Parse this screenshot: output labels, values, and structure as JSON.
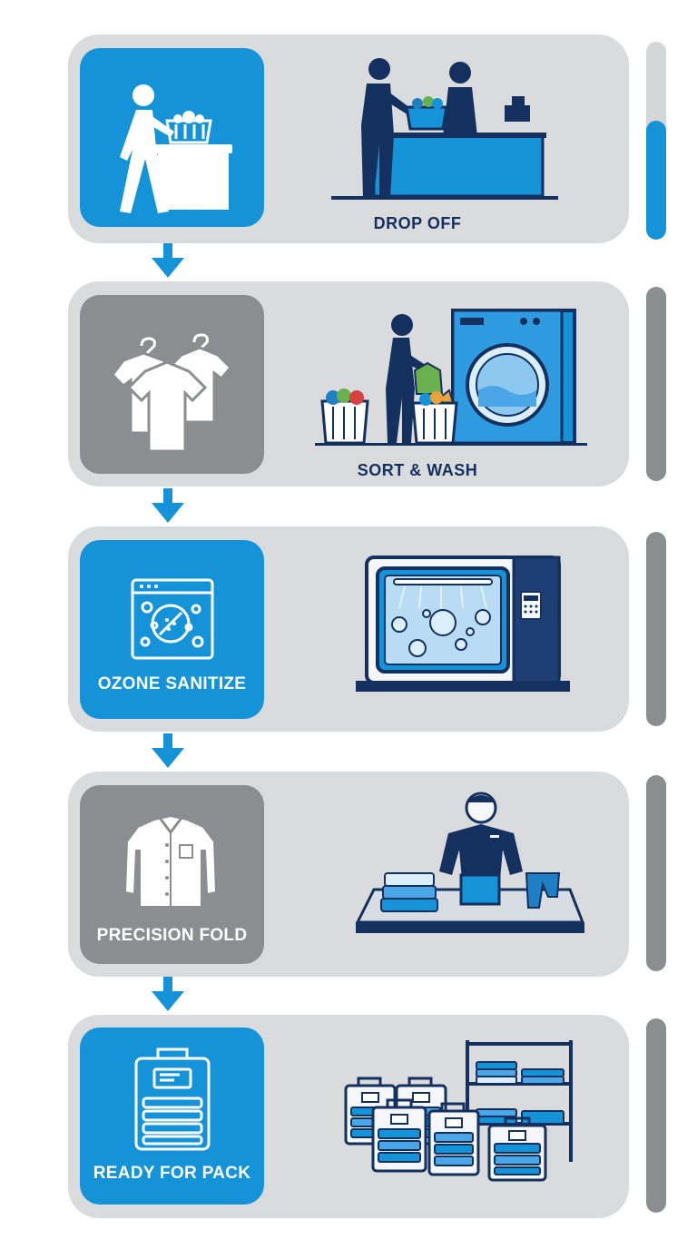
{
  "steps": [
    {
      "label": "DROP OFF",
      "icon": "person-laundry-basket-counter-icon",
      "scene": "customer-handing-basket-to-clerk-scene"
    },
    {
      "label": "SORT & WASH",
      "icon": "shirts-on-hangers-icon",
      "scene": "worker-sorting-clothes-washing-machine-scene"
    },
    {
      "label": "OZONE SANITIZE",
      "icon": "ozone-chamber-icon",
      "scene": "ozone-sanitizing-cabinet-scene"
    },
    {
      "label": "PRECISION FOLD",
      "icon": "dress-shirt-icon",
      "scene": "worker-folding-clothes-table-scene"
    },
    {
      "label": "READY FOR PACK",
      "icon": "packed-bag-icon",
      "scene": "packed-laundry-bags-shelf-scene"
    }
  ],
  "progress": {
    "fraction": 0.6
  },
  "colors": {
    "accent": "#1493d8",
    "navy": "#14305e",
    "gray_tile": "#8c8d90",
    "card": "#dadbdd"
  }
}
